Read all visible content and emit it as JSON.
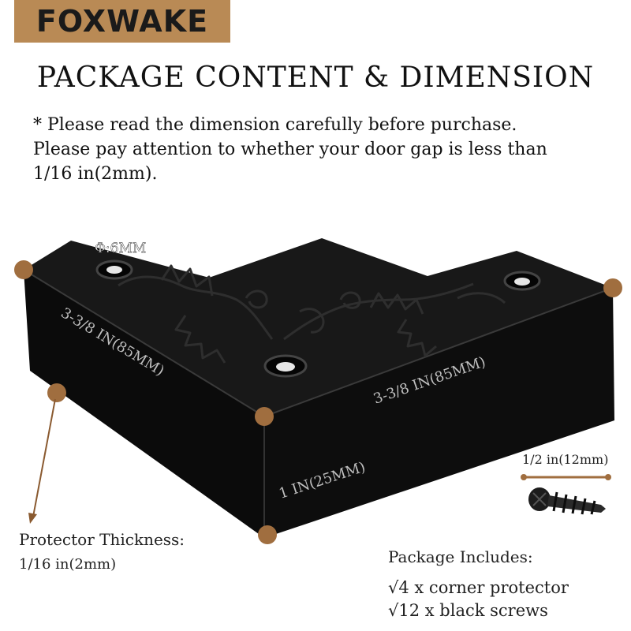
{
  "brand": {
    "name": "FOXWAKE",
    "color": "#b98a55"
  },
  "heading": "PACKAGE CONTENT & DIMENSION",
  "note": {
    "lines": [
      "* Please read the dimension carefully before purchase.",
      "Please pay attention to whether your door gap is less than",
      "1/16 in(2mm)."
    ]
  },
  "dimensions": {
    "hole": "Φ:6MM",
    "left_edge": "3-3/8 IN(85MM)",
    "right_edge": "3-3/8 IN(85MM)",
    "height": "1 IN(25MM)"
  },
  "thickness": {
    "label": "Protector Thickness:",
    "value": "1/16 in(2mm)"
  },
  "screw": {
    "size": "1/2 in(12mm)"
  },
  "package": {
    "title": "Package Includes:",
    "items": [
      "√4 x corner protector",
      "√12 x black screws"
    ]
  },
  "colors": {
    "accent": "#b98a55",
    "metal": "#111111"
  }
}
